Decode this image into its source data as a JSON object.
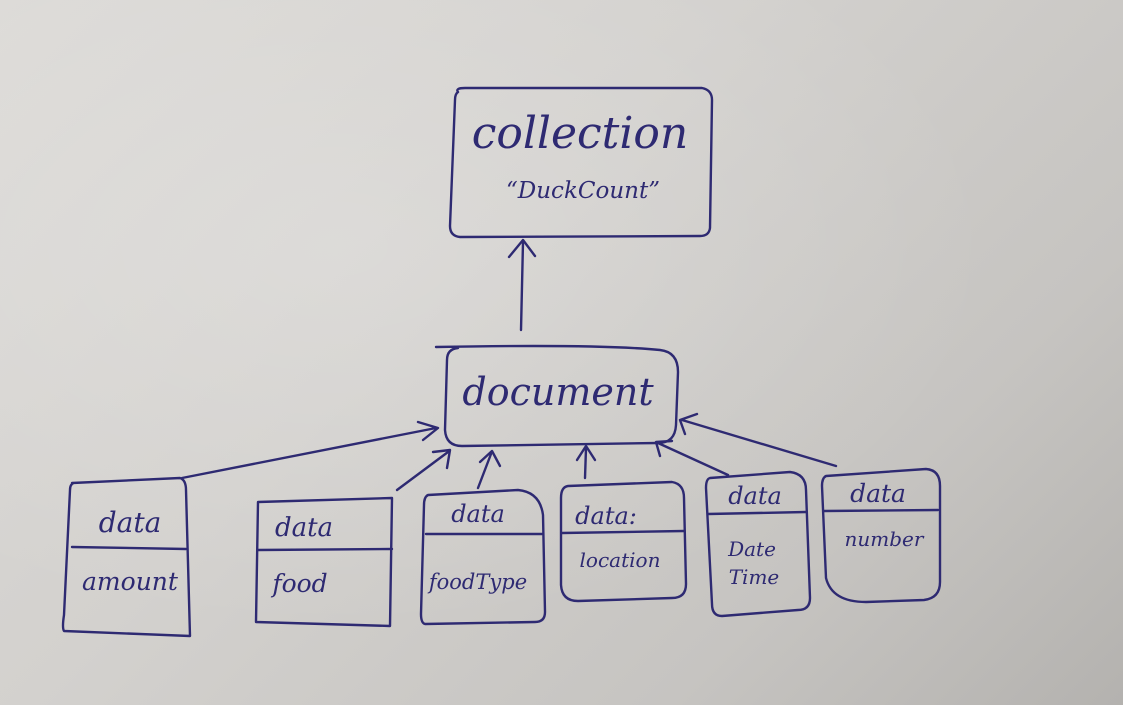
{
  "collection": {
    "title": "collection",
    "name": "“DuckCount”"
  },
  "document": {
    "title": "document"
  },
  "fields": [
    {
      "header": "data",
      "value": "amount"
    },
    {
      "header": "data",
      "value": "food"
    },
    {
      "header": "data",
      "value": "foodType"
    },
    {
      "header": "data:",
      "value": "location"
    },
    {
      "header": "data",
      "value": "Date Time"
    },
    {
      "header": "data",
      "value": "number"
    }
  ],
  "colors": {
    "ink": "#2e2a72",
    "paper": "#d6d4d1"
  }
}
